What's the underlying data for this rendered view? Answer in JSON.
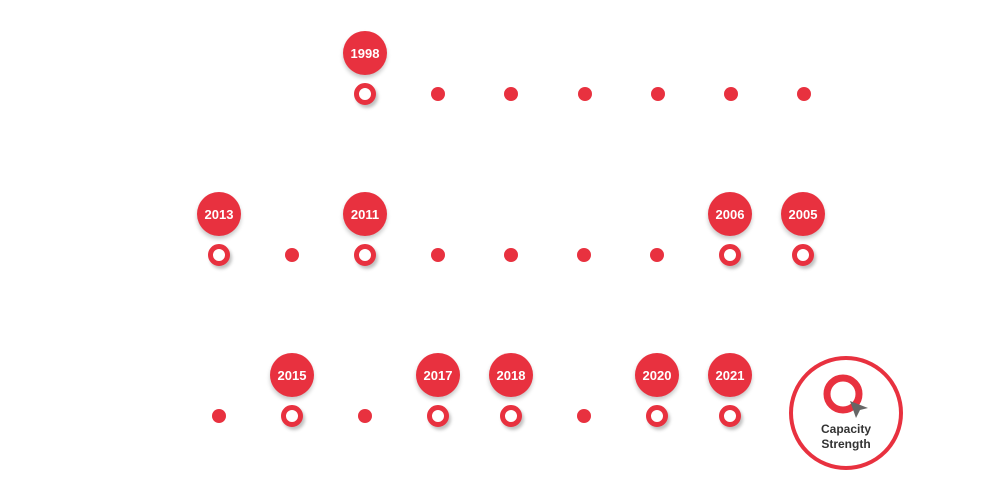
{
  "colors": {
    "accent": "#e8313f",
    "logo_text": "#333333",
    "logo_pointer": "#666666"
  },
  "rows": [
    {
      "markers": [
        {
          "type": "ring",
          "year": "1998"
        },
        {
          "type": "dot"
        },
        {
          "type": "dot"
        },
        {
          "type": "dot"
        },
        {
          "type": "dot"
        },
        {
          "type": "dot"
        },
        {
          "type": "dot"
        }
      ]
    },
    {
      "markers": [
        {
          "type": "ring",
          "year": "2013"
        },
        {
          "type": "dot"
        },
        {
          "type": "ring",
          "year": "2011"
        },
        {
          "type": "dot"
        },
        {
          "type": "dot"
        },
        {
          "type": "dot"
        },
        {
          "type": "dot"
        },
        {
          "type": "ring",
          "year": "2006"
        },
        {
          "type": "ring",
          "year": "2005"
        }
      ]
    },
    {
      "markers": [
        {
          "type": "dot"
        },
        {
          "type": "ring",
          "year": "2015"
        },
        {
          "type": "dot"
        },
        {
          "type": "ring",
          "year": "2017"
        },
        {
          "type": "ring",
          "year": "2018"
        },
        {
          "type": "dot"
        },
        {
          "type": "ring",
          "year": "2020"
        },
        {
          "type": "ring",
          "year": "2021"
        }
      ]
    }
  ],
  "logo": {
    "icon": "q-pointer-icon",
    "line1": "Capacity",
    "line2": "Strength"
  }
}
